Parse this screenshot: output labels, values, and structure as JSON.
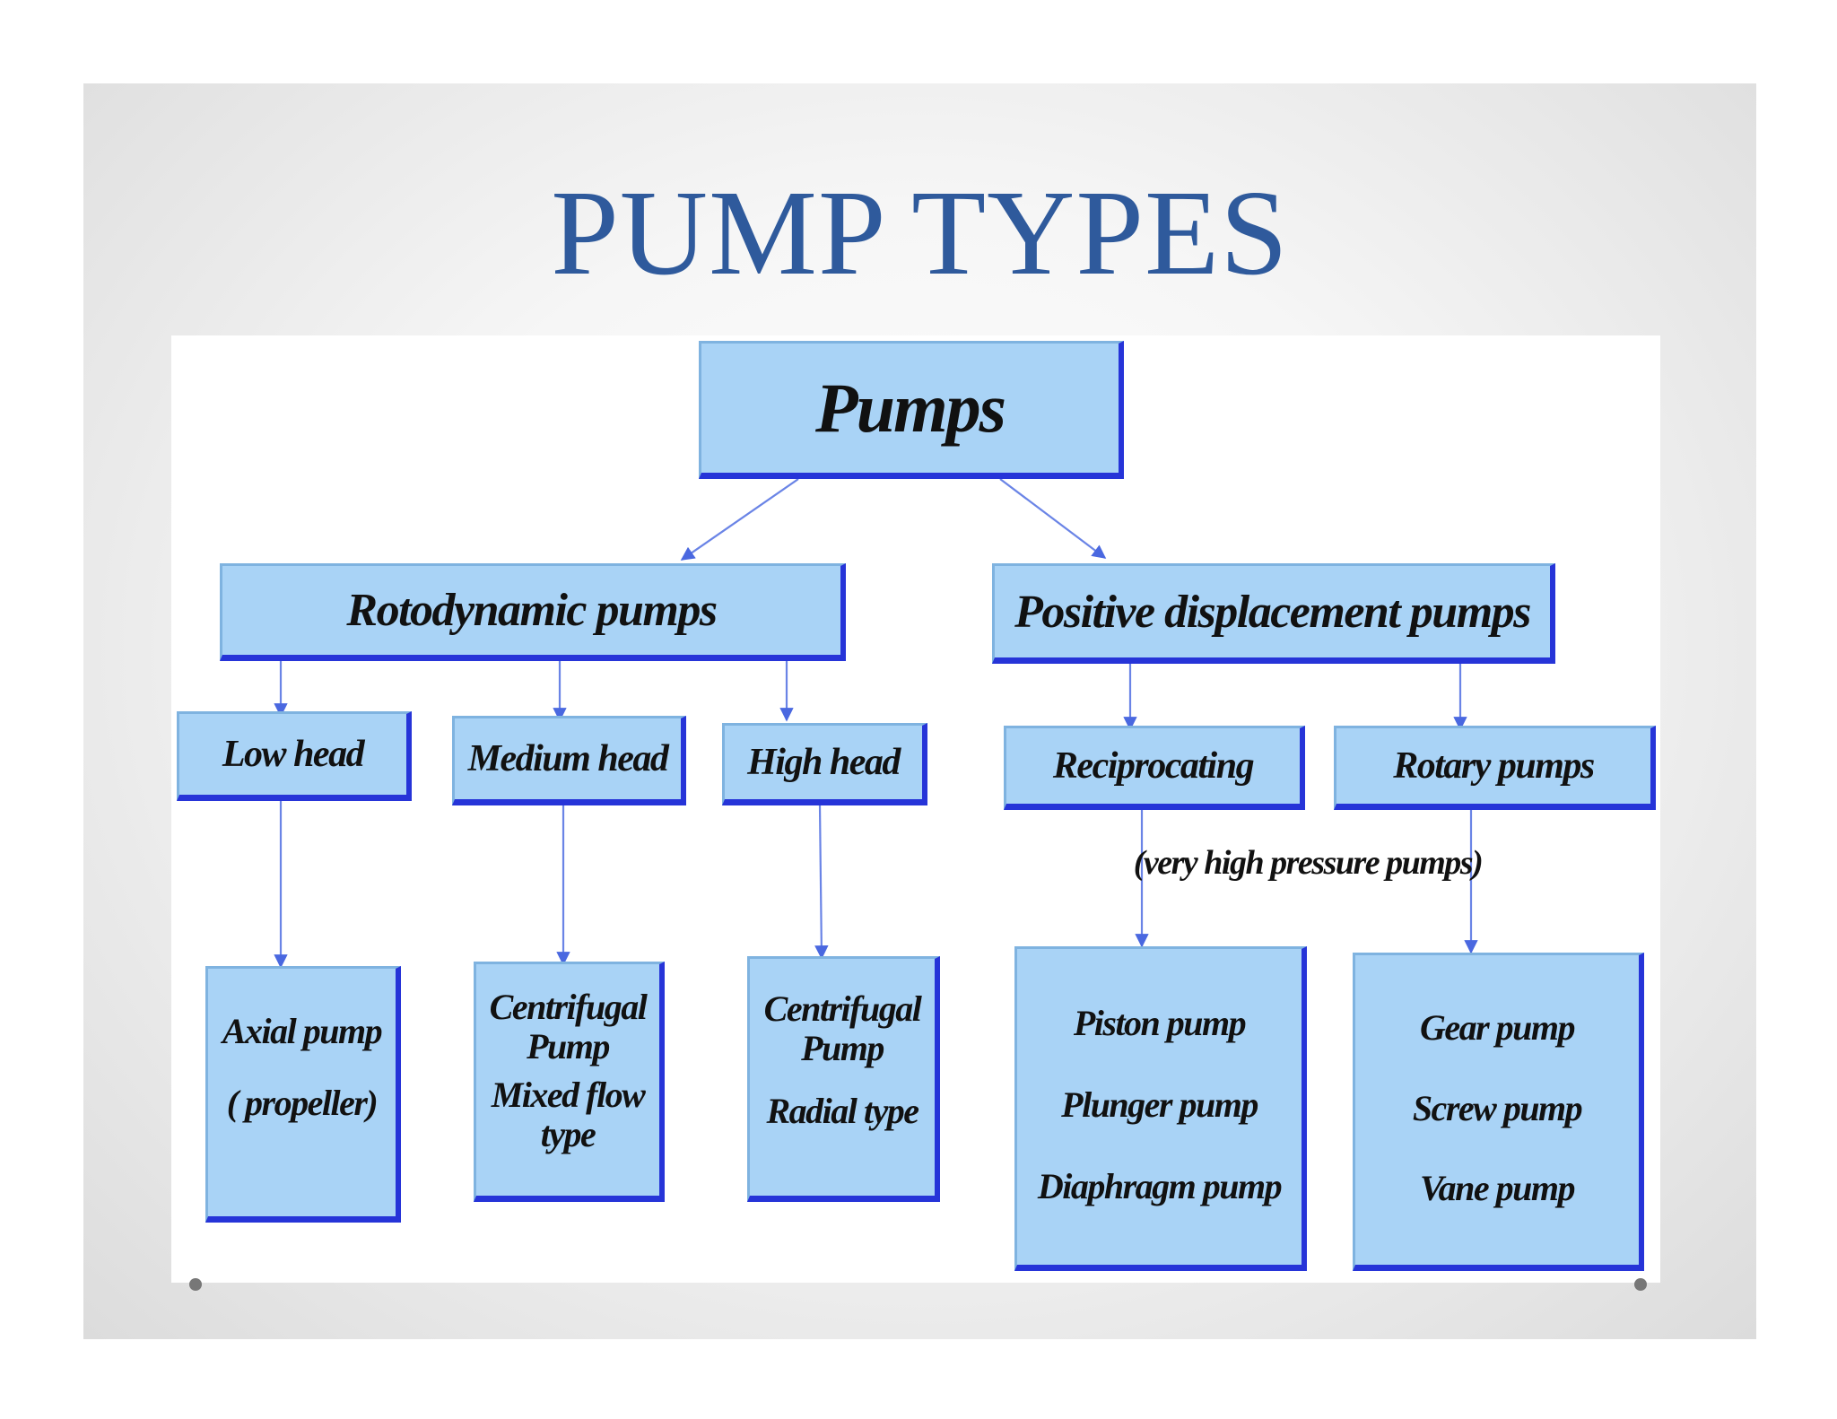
{
  "title": "PUMP TYPES",
  "colors": {
    "title": "#2f5a9c",
    "box_fill": "#a9d3f6",
    "box_shadow": "#2634d8",
    "connector": "#6a84e6"
  },
  "nodes": {
    "root": {
      "label": "Pumps"
    },
    "rotodynamic": {
      "label": "Rotodynamic pumps"
    },
    "positive": {
      "label": "Positive displacement pumps"
    },
    "low_head": {
      "label": "Low head"
    },
    "medium_head": {
      "label": "Medium head"
    },
    "high_head": {
      "label": "High head"
    },
    "reciprocating": {
      "label": "Reciprocating"
    },
    "rotary": {
      "label": "Rotary pumps"
    },
    "axial": {
      "lines": [
        "Axial pump",
        "( propeller)"
      ]
    },
    "centrifugal_mixed": {
      "lines": [
        "Centrifugal",
        "Pump",
        "Mixed flow",
        "type"
      ]
    },
    "centrifugal_radial": {
      "lines": [
        "Centrifugal",
        "Pump",
        "Radial type"
      ]
    },
    "recip_types": {
      "lines": [
        "Piston pump",
        "Plunger pump",
        "Diaphragm pump"
      ]
    },
    "rotary_types": {
      "lines": [
        "Gear pump",
        "Screw pump",
        "Vane pump"
      ]
    }
  },
  "note": "(very high pressure pumps)"
}
